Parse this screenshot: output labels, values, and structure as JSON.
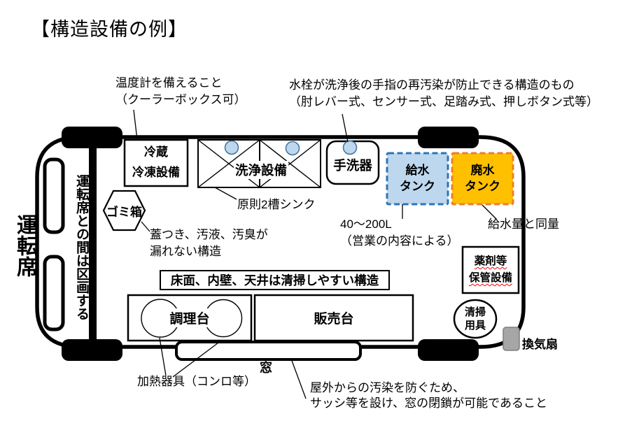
{
  "title": "【構造設備の例】",
  "driver": {
    "seat_label": "運転席",
    "partition_note": "運転席との間は区画する"
  },
  "equipment": {
    "fridge": "冷蔵\n冷凍設備",
    "washing": "洗浄設備",
    "handwash": "手洗器",
    "water_tank": "給水\nタンク",
    "waste_tank": "廃水\nタンク",
    "trash": "ゴミ箱",
    "chemical": "薬剤等\n保管設備",
    "cleaning": "清掃\n用具",
    "fan": "換気扇",
    "floor_note": "床面、内壁、天井は清掃しやすい構造",
    "cooking": "調理台",
    "sales": "販売台",
    "window": "窓"
  },
  "annotations": {
    "thermometer": "温度計を備えること\n（クーラーボックス可）",
    "faucet": "水栓が洗浄後の手指の再汚染が防止できる構造のもの\n（肘レバー式、センサー式、足踏み式、押しボタン式等）",
    "sink_note": "原則2槽シンク",
    "trash_note": "蓋つき、汚液、汚臭が\n漏れない構造",
    "water_capacity": "40〜200L\n（営業の内容による）",
    "waste_capacity": "給水量と同量",
    "heating_note": "加熱器具（コンロ等）",
    "window_note": "屋外からの汚染を防ぐため、\nサッシ等を設け、窓の閉鎖が可能であること"
  },
  "colors": {
    "outline": "#000000",
    "water_tank_fill": "#BDD7EE",
    "water_tank_border": "#2E75B6",
    "waste_tank_fill": "#FFC000",
    "waste_tank_border": "#ED7D31",
    "faucet_fill": "#BDD7EE",
    "faucet_border": "#41719C",
    "fan_fill": "#A6A6A6",
    "fan_border": "#7F7F7F",
    "spellcheck_underline": "#FF0000"
  }
}
